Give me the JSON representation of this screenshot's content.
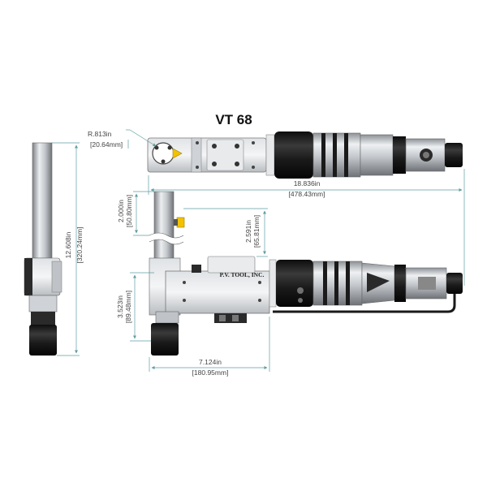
{
  "title": "VT 68",
  "brand_label": "P.V. TOOL, INC.",
  "colors": {
    "dimension_line": "#5f9ea0",
    "steel": "#c9ccd0",
    "black_grip": "#1b1b1b",
    "accent_yellow": "#f2c200"
  },
  "dimensions": {
    "radius": {
      "inch": "R.813in",
      "mm": "20.64mm"
    },
    "overall_length": {
      "inch": "18.836in",
      "mm": "478.43mm"
    },
    "mandrel_length": {
      "inch": "2.000in",
      "mm": "50.80mm"
    },
    "offset_height": {
      "inch": "2.591in",
      "mm": "65.81mm"
    },
    "overall_height": {
      "inch": "12.608in",
      "mm": "320.24mm"
    },
    "head_height": {
      "inch": "3.523in",
      "mm": "89.48mm"
    },
    "head_length": {
      "inch": "7.124in",
      "mm": "180.95mm"
    }
  }
}
